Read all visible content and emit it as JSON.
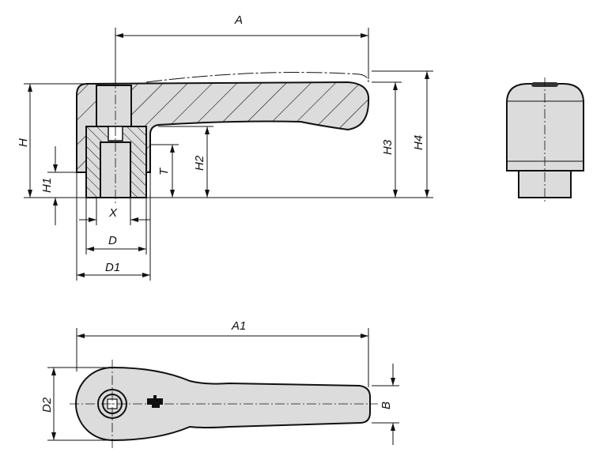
{
  "dimensions": {
    "A": "A",
    "A1": "A1",
    "H": "H",
    "H1": "H1",
    "H2": "H2",
    "H3": "H3",
    "H4": "H4",
    "T": "T",
    "X": "X",
    "D": "D",
    "D1": "D1",
    "D2": "D2",
    "B": "B"
  },
  "colors": {
    "part_fill": "#dcdcdc",
    "line": "#111111"
  }
}
